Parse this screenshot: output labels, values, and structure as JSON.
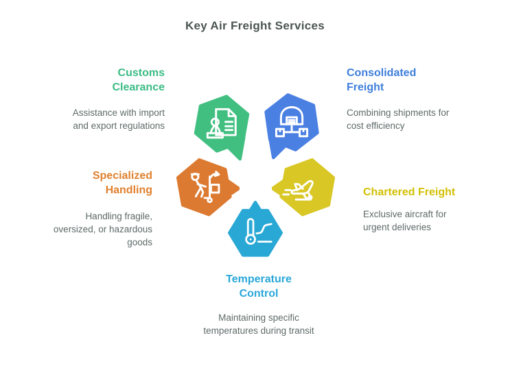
{
  "title": "Key Air Freight Services",
  "colors": {
    "title": "#4a5552",
    "description_text": "#5d6a68",
    "background": "#ffffff",
    "icon_stroke": "#ffffff"
  },
  "services": [
    {
      "name": "Customs Clearance",
      "description": "Assistance with import and export regulations",
      "icon": "stamp-document-icon",
      "color": "#41bf80",
      "heading_color": "#3bbb85"
    },
    {
      "name": "Consolidated Freight",
      "description": "Combining shipments for cost efficiency",
      "icon": "warehouse-consolidation-icon",
      "color": "#4b80e3",
      "heading_color": "#3d7edb"
    },
    {
      "name": "Specialized Handling",
      "description": "Handling fragile, oversized, or hazardous goods",
      "icon": "cargo-handler-icon",
      "color": "#dc7a31",
      "heading_color": "#e0812f"
    },
    {
      "name": "Chartered Freight",
      "description": "Exclusive aircraft for urgent deliveries",
      "icon": "airplane-icon",
      "color": "#d9c725",
      "heading_color": "#d2c005"
    },
    {
      "name": "Temperature Control",
      "description": "Maintaining specific temperatures during transit",
      "icon": "thermometer-chart-icon",
      "color": "#29a8d5",
      "heading_color": "#29a7d9"
    }
  ]
}
